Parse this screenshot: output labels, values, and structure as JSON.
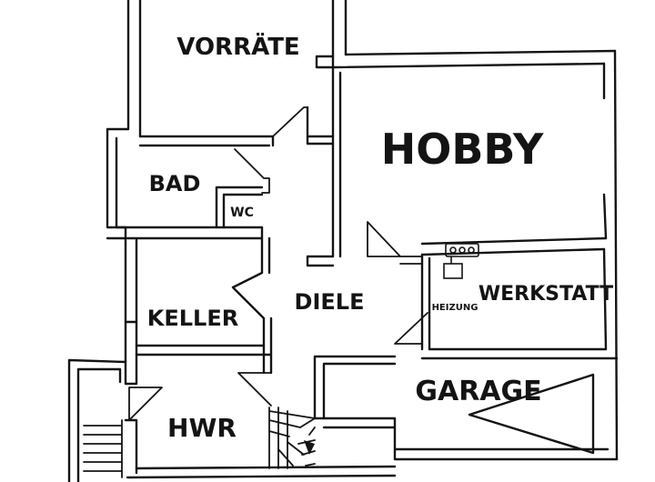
{
  "floor_plan": {
    "rooms": {
      "vorraete": "VORRÄTE",
      "hobby": "HOBBY",
      "bad": "BAD",
      "wc": "WC",
      "diele": "DIELE",
      "werkstatt": "WERKSTATT",
      "heizung": "HEIZUNG",
      "keller": "KELLER",
      "garage": "GARAGE",
      "hwr": "HWR"
    },
    "colors": {
      "ink": "#141414",
      "paper": "#ffffff"
    }
  }
}
